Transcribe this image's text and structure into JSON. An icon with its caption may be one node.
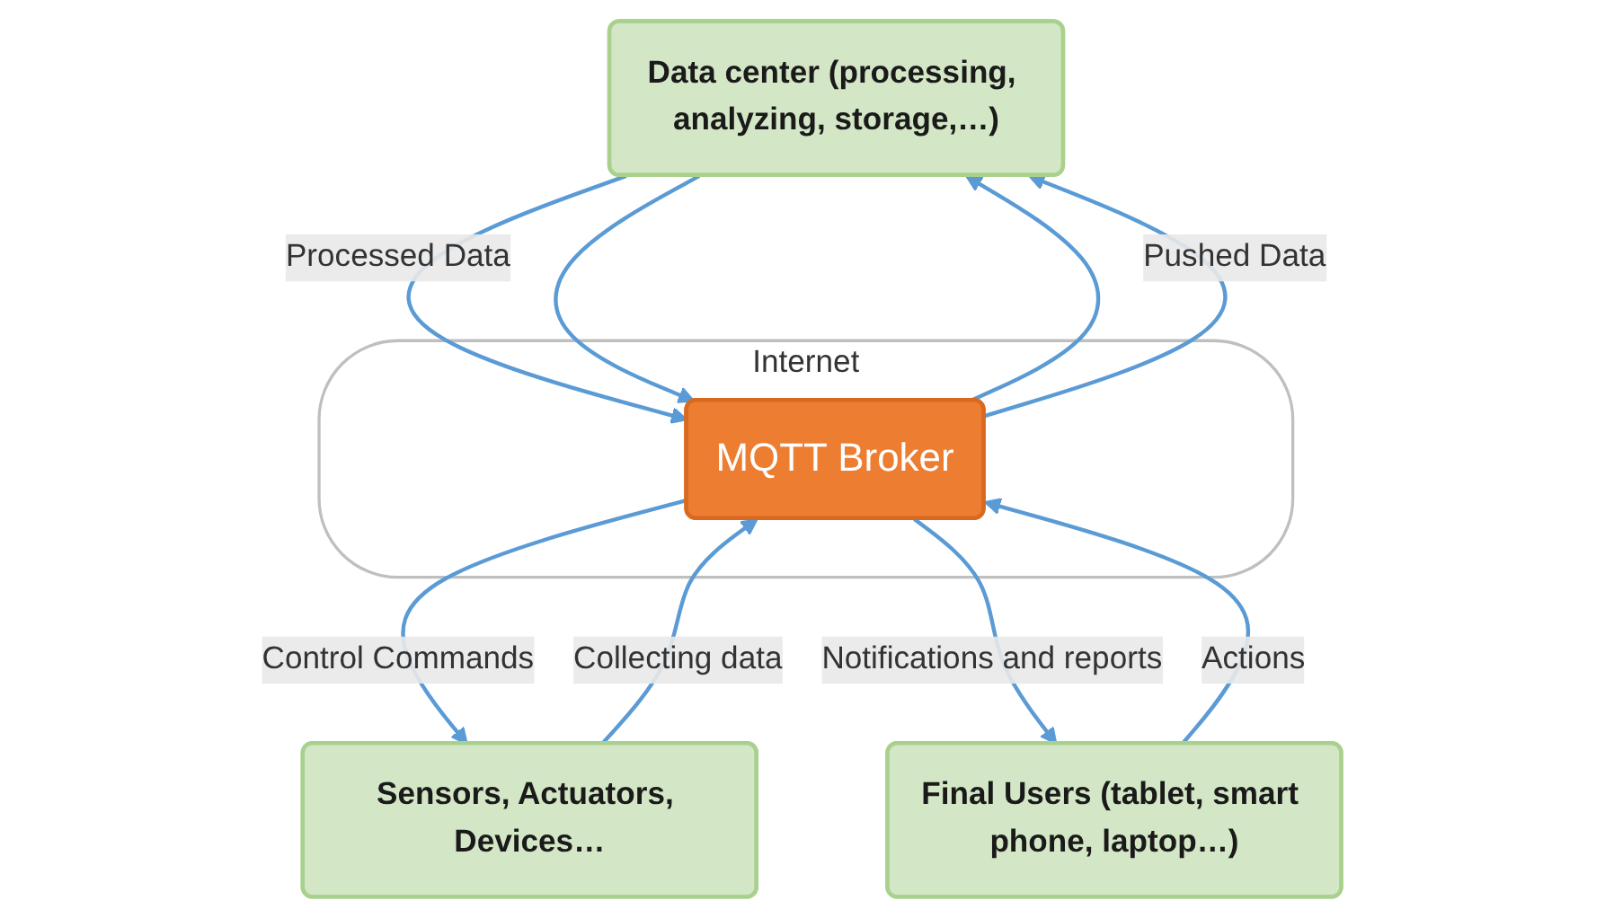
{
  "diagram": {
    "nodes": [
      {
        "text": [
          "Data center (processing, analyzing, storage,…)"
        ]
      },
      {
        "text": [
          "Internet"
        ]
      },
      {
        "text": [
          "MQTT Broker"
        ],
        "in": 1
      },
      {
        "text": [
          "Sensors, Actuators, Devices…"
        ]
      },
      {
        "text": [
          "Final Users (tablet, smart phone, laptop…)"
        ]
      }
    ],
    "edges": [
      {
        "from": 0,
        "to": 2,
        "arrow": "to",
        "label": "Processed Data"
      },
      {
        "from": 2,
        "to": 0,
        "arrow": "to"
      },
      {
        "from": 0,
        "to": 2,
        "arrow": "to"
      },
      {
        "from": 2,
        "to": 0,
        "arrow": "to",
        "label": "Pushed Data"
      },
      {
        "from": 2,
        "to": 3,
        "arrow": "to",
        "label": "Control Commands"
      },
      {
        "from": 3,
        "to": 2,
        "arrow": "to",
        "label": "Collecting data"
      },
      {
        "from": 2,
        "to": 4,
        "arrow": "to",
        "label": "Notifications and reports"
      },
      {
        "from": 4,
        "to": 2,
        "arrow": "to",
        "label": "Actions"
      }
    ]
  }
}
